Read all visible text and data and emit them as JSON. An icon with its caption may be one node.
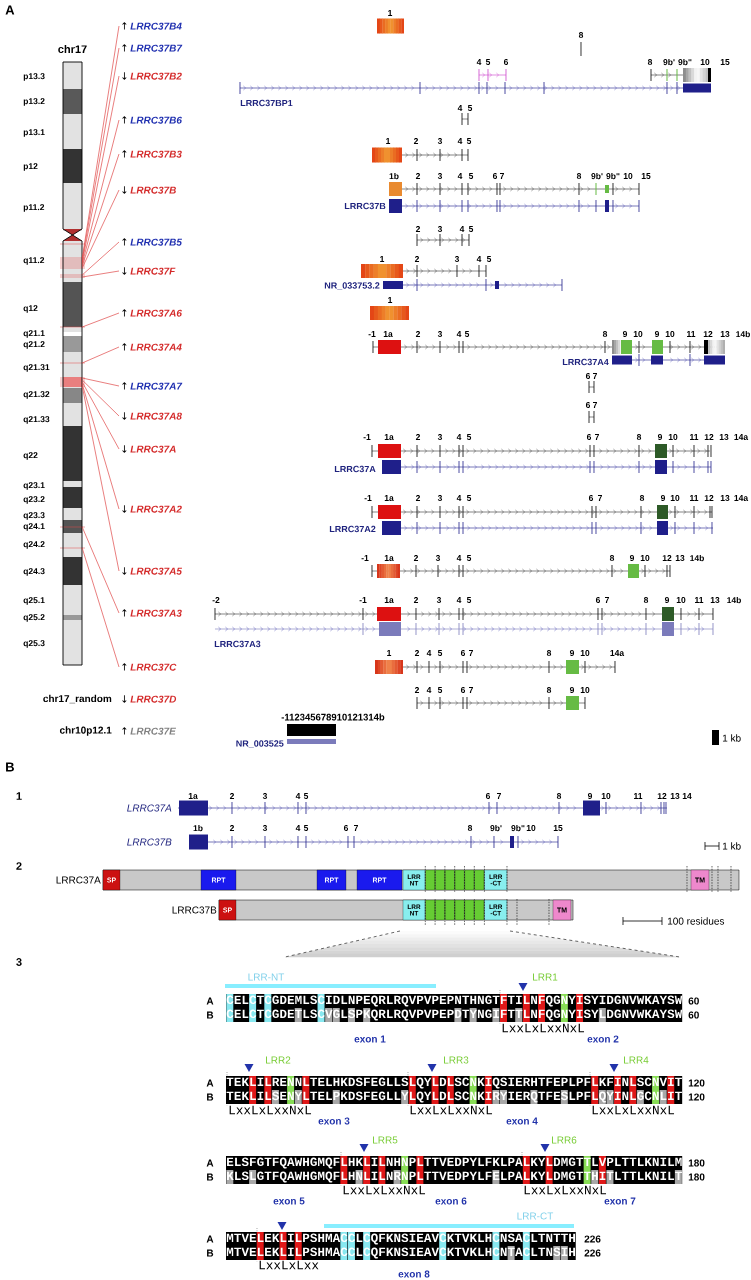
{
  "diagram": {
    "nodes": [
      {
        "text": [],
        "shape": "bar",
        "beside": [
          "chr17"
        ]
      },
      {
        "text": [
          "↑",
          "LRRC37B4"
        ]
      },
      {
        "text": [
          "↑",
          "LRRC37B7"
        ]
      },
      {
        "text": [
          "↓",
          "LRRC37B2"
        ]
      },
      {
        "text": [
          "↑",
          "LRRC37B6"
        ]
      },
      {
        "text": [
          "↑",
          "LRRC37B3"
        ]
      },
      {
        "text": [
          "↓",
          "LRRC37B"
        ]
      },
      {
        "text": [
          "↑",
          "LRRC37B5"
        ]
      },
      {
        "text": [
          "↓",
          "LRRC37F"
        ]
      },
      {
        "text": [
          "↑",
          "LRRC37A6"
        ]
      },
      {
        "text": [
          "↑",
          "LRRC37A4"
        ]
      },
      {
        "text": [
          "↑",
          "LRRC37A7"
        ]
      },
      {
        "text": [
          "↓",
          "LRRC37A8"
        ]
      },
      {
        "text": [
          "↓",
          "LRRC37A"
        ]
      },
      {
        "text": [
          "↓",
          "LRRC37A2"
        ]
      },
      {
        "text": [
          "↓",
          "LRRC37A5"
        ]
      },
      {
        "text": [
          "↑",
          "LRRC37A3"
        ]
      },
      {
        "text": [
          "↑",
          "LRRC37C"
        ]
      },
      {
        "text": [
          "↓",
          "LRRC37D"
        ]
      },
      {
        "text": [
          "↑",
          "LRRC37E"
        ]
      },
      {
        "text": [],
        "shape": "bar",
        "beside": [
          "LRRC37A"
        ]
      },
      {
        "text": [
          "SP"
        ],
        "in": 20
      },
      {
        "text": [
          "RPT"
        ],
        "in": 20
      },
      {
        "text": [
          "RPT"
        ],
        "in": 20
      },
      {
        "text": [
          "RPT"
        ],
        "in": 20
      },
      {
        "text": [
          "LRR NT"
        ],
        "in": 20
      },
      {
        "text": [],
        "shape": "box",
        "in": 20
      },
      {
        "text": [],
        "shape": "box",
        "in": 20
      },
      {
        "text": [],
        "shape": "box",
        "in": 20
      },
      {
        "text": [],
        "shape": "box",
        "in": 20
      },
      {
        "text": [],
        "shape": "box",
        "in": 20
      },
      {
        "text": [],
        "shape": "box",
        "in": 20
      },
      {
        "text": [
          "LRR -CT"
        ],
        "in": 20
      },
      {
        "text": [
          "TM"
        ],
        "in": 20
      },
      {
        "text": [],
        "shape": "bar",
        "beside": [
          "LRRC37B"
        ]
      },
      {
        "text": [
          "SP"
        ],
        "in": 34
      },
      {
        "text": [
          "LRR NT"
        ],
        "in": 34
      },
      {
        "text": [],
        "shape": "box",
        "in": 34
      },
      {
        "text": [],
        "shape": "box",
        "in": 34
      },
      {
        "text": [],
        "shape": "box",
        "in": 34
      },
      {
        "text": [],
        "shape": "box",
        "in": 34
      },
      {
        "text": [],
        "shape": "box",
        "in": 34
      },
      {
        "text": [],
        "shape": "box",
        "in": 34
      },
      {
        "text": [
          "LRR -CT"
        ],
        "in": 34
      },
      {
        "text": [
          "TM"
        ],
        "in": 34
      }
    ],
    "edges": [
      {
        "from": 0,
        "to": 1,
        "arrow": "none"
      },
      {
        "from": 0,
        "to": 2,
        "arrow": "none"
      },
      {
        "from": 0,
        "to": 3,
        "arrow": "none"
      },
      {
        "from": 0,
        "to": 4,
        "arrow": "none"
      },
      {
        "from": 0,
        "to": 5,
        "arrow": "none"
      },
      {
        "from": 0,
        "to": 6,
        "arrow": "none"
      },
      {
        "from": 0,
        "to": 7,
        "arrow": "none"
      },
      {
        "from": 0,
        "to": 8,
        "arrow": "none"
      },
      {
        "from": 0,
        "to": 9,
        "arrow": "none"
      },
      {
        "from": 0,
        "to": 10,
        "arrow": "none"
      },
      {
        "from": 0,
        "to": 11,
        "arrow": "none"
      },
      {
        "from": 0,
        "to": 12,
        "arrow": "none"
      },
      {
        "from": 0,
        "to": 13,
        "arrow": "none"
      },
      {
        "from": 0,
        "to": 14,
        "arrow": "none"
      },
      {
        "from": 0,
        "to": 15,
        "arrow": "none"
      },
      {
        "from": 0,
        "to": 16,
        "arrow": "none"
      },
      {
        "from": 0,
        "to": 17,
        "arrow": "none"
      }
    ],
    "labels": [
      "A",
      "p13.3",
      "p13.2",
      "p13.1",
      "p12",
      "p11.2",
      "q11.2",
      "q12",
      "q21.1",
      "q21.2",
      "q21.31",
      "q21.32",
      "q21.33",
      "q22",
      "q23.1",
      "q23.2",
      "q23.3",
      "q24.1",
      "q24.2",
      "q24.3",
      "q25.1",
      "q25.2",
      "q25.3",
      "chr17_random",
      "chr10p12.1",
      "1",
      "8",
      "4",
      "5",
      "6",
      "8",
      "9b'",
      "9b\"",
      "10",
      "15",
      "LRRC37BP1",
      "4",
      "5",
      "1",
      "2",
      "3",
      "4",
      "5",
      "1b",
      "2",
      "3",
      "4",
      "5",
      "6",
      "7",
      "8",
      "9b'",
      "9b\"",
      "10",
      "15",
      "LRRC37B",
      "2",
      "3",
      "4",
      "5",
      "1",
      "2",
      "3",
      "4",
      "5",
      "NR_033753.2",
      "1",
      "-1",
      "1a",
      "2",
      "3",
      "4",
      "5",
      "8",
      "9",
      "10",
      "9",
      "10",
      "11",
      "12",
      "13",
      "14b",
      "LRRC37A4",
      "6",
      "7",
      "6",
      "7",
      "-1",
      "1a",
      "2",
      "3",
      "4",
      "5",
      "6",
      "7",
      "8",
      "9",
      "10",
      "11",
      "12",
      "13",
      "14a",
      "LRRC37A",
      "-1",
      "1a",
      "2",
      "3",
      "4",
      "5",
      "6",
      "7",
      "8",
      "9",
      "10",
      "11",
      "12",
      "13",
      "14a",
      "LRRC37A2",
      "-1",
      "1a",
      "2",
      "3",
      "4",
      "5",
      "8",
      "9",
      "10",
      "12",
      "13",
      "14b",
      "-2",
      "-1",
      "1a",
      "2",
      "3",
      "4",
      "5",
      "6",
      "7",
      "8",
      "9",
      "10",
      "11",
      "13",
      "14b",
      "LRRC37A3",
      "1",
      "2",
      "4",
      "5",
      "6",
      "7",
      "8",
      "9",
      "10",
      "14a",
      "2",
      "4",
      "5",
      "6",
      "7",
      "8",
      "9",
      "10",
      "-112345678910121314b",
      "NR_003525",
      "1 kb",
      "B",
      "1",
      "LRRC37A",
      "1a",
      "2",
      "3",
      "4",
      "5",
      "6",
      "7",
      "8",
      "9",
      "10",
      "11",
      "12",
      "13",
      "14",
      "LRRC37B",
      "1b",
      "2",
      "3",
      "4",
      "5",
      "6",
      "7",
      "8",
      "9b'",
      "9b\"",
      "10",
      "15",
      "1 kb",
      "2",
      "100 residues",
      "3",
      "LRR-NT",
      "LRR1",
      "A",
      "CELCTCGDEMLSCIDLNPEQRLRQVPVPEPNTHNGTFTILNFQGNYISYIDGNVWKAYSW",
      "60",
      "B",
      "CELCTCGDETLSCVGLSPKQRLRQVPVPEPDTYNGIFTTLNFQGNYISYLDGNVWKAYSW",
      "60",
      "LxxLxLxxNxL",
      "exon 1",
      "exon 2",
      "LRR2",
      "LRR3",
      "LRR4",
      "A",
      "TEKLILRENNLTELHKDSFEGLLSLQYLDLSCNKIQSIERHTFEPLPFLKFINLSCNVIT",
      "120",
      "B",
      "TEKLILSENYLTELPKDSFEGLLYLQYLDLSCNKIRYIERQTFESLPFLQYINLGCNLIT",
      "120",
      "LxxLxLxxNxL",
      "LxxLxLxxNxL",
      "LxxLxLxxNxL",
      "exon 3",
      "exon 4",
      "LRR5",
      "LRR6",
      "A",
      "ELSFGTFQAWHGMQFLHKLILNHNPLTTVEDPYLFKLPALKYLDMGTTLVPLTTLKNILM",
      "180",
      "B",
      "KLSLGTFQAWHGMQFLHNLILNRNPLTTVEDPYLFELPALKYLDMGTTHITLTTLKNILT",
      "180",
      "LxxLxLxxNxL",
      "LxxLxLxxNxL",
      "exon 5",
      "exon 6",
      "exon 7",
      "LRR-CT",
      "A",
      "MTVELEKLILPSHMACCLCQFKNSIEAVCKTVKLHCNSACLTNTTH",
      "226",
      "B",
      "MTVELEKLILPSHMACCLCQFKNSIEAVCKTVKLHCNTACLTNSIH",
      "226",
      "LxxLxLxx",
      "exon 8"
    ]
  }
}
